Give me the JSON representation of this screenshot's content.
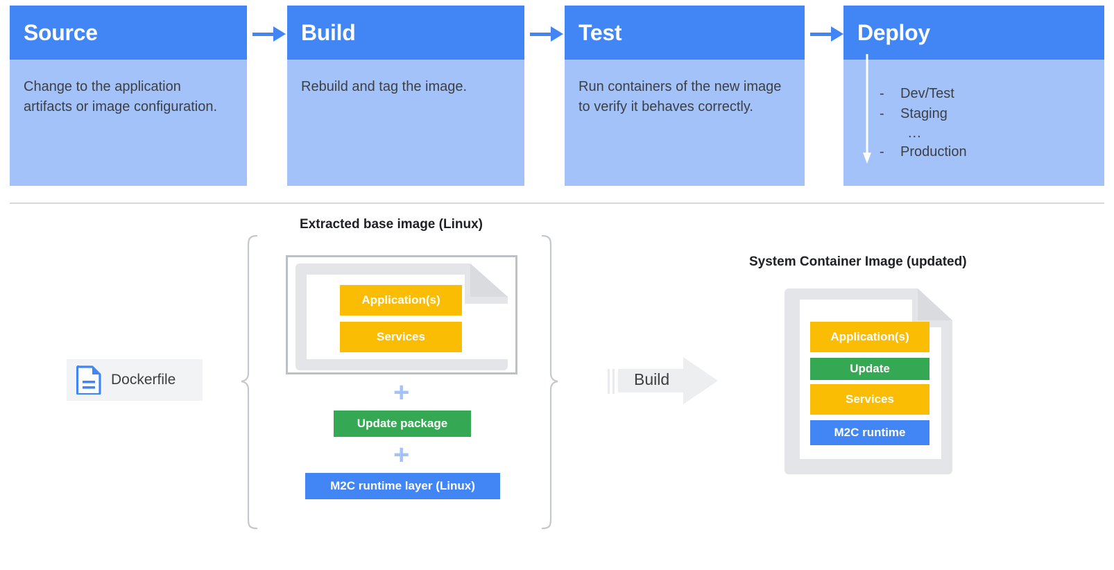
{
  "pipeline": {
    "arrow_icon": "arrow-right-icon",
    "cards": [
      {
        "title": "Source",
        "body": "Change to the application artifacts or image configuration."
      },
      {
        "title": "Build",
        "body": "Rebuild and tag the image."
      },
      {
        "title": "Test",
        "body": "Run containers of the new image to verify it behaves correctly."
      },
      {
        "title": "Deploy",
        "body": ""
      }
    ],
    "deploy": {
      "dash": "-",
      "ellipsis": "...",
      "down_arrow_icon": "arrow-down-icon",
      "environments": [
        "Dev/Test",
        "Staging",
        "Production"
      ]
    }
  },
  "diagram": {
    "base_image": {
      "caption": "Extracted base image (Linux)",
      "layers": [
        {
          "label": "Application(s)",
          "color": "#FBBC04"
        },
        {
          "label": "Services",
          "color": "#FBBC04"
        }
      ]
    },
    "plus_symbol": "+",
    "added_layers": [
      {
        "label": "Update package",
        "color": "#34A853"
      },
      {
        "label": "M2C runtime layer (Linux)",
        "color": "#4285F4"
      }
    ],
    "dockerfile": {
      "label": "Dockerfile",
      "icon": "document-icon"
    },
    "build_arrow": {
      "label": "Build",
      "icon": "block-arrow-right-icon"
    },
    "result_image": {
      "caption": "System Container Image (updated)",
      "layers": [
        {
          "label": "Application(s)",
          "color": "#FBBC04"
        },
        {
          "label": "Update",
          "color": "#34A853"
        },
        {
          "label": "Services",
          "color": "#FBBC04"
        },
        {
          "label": "M2C runtime",
          "color": "#4285F4"
        }
      ]
    }
  },
  "colors": {
    "header_blue": "#4285F4",
    "body_blue": "#A4C2FA",
    "amber": "#FBBC04",
    "green": "#34A853",
    "blue": "#4285F4",
    "gray_border": "#BDC1C6",
    "gray_fill": "#E8EAED",
    "text_dark": "#3C4043"
  }
}
